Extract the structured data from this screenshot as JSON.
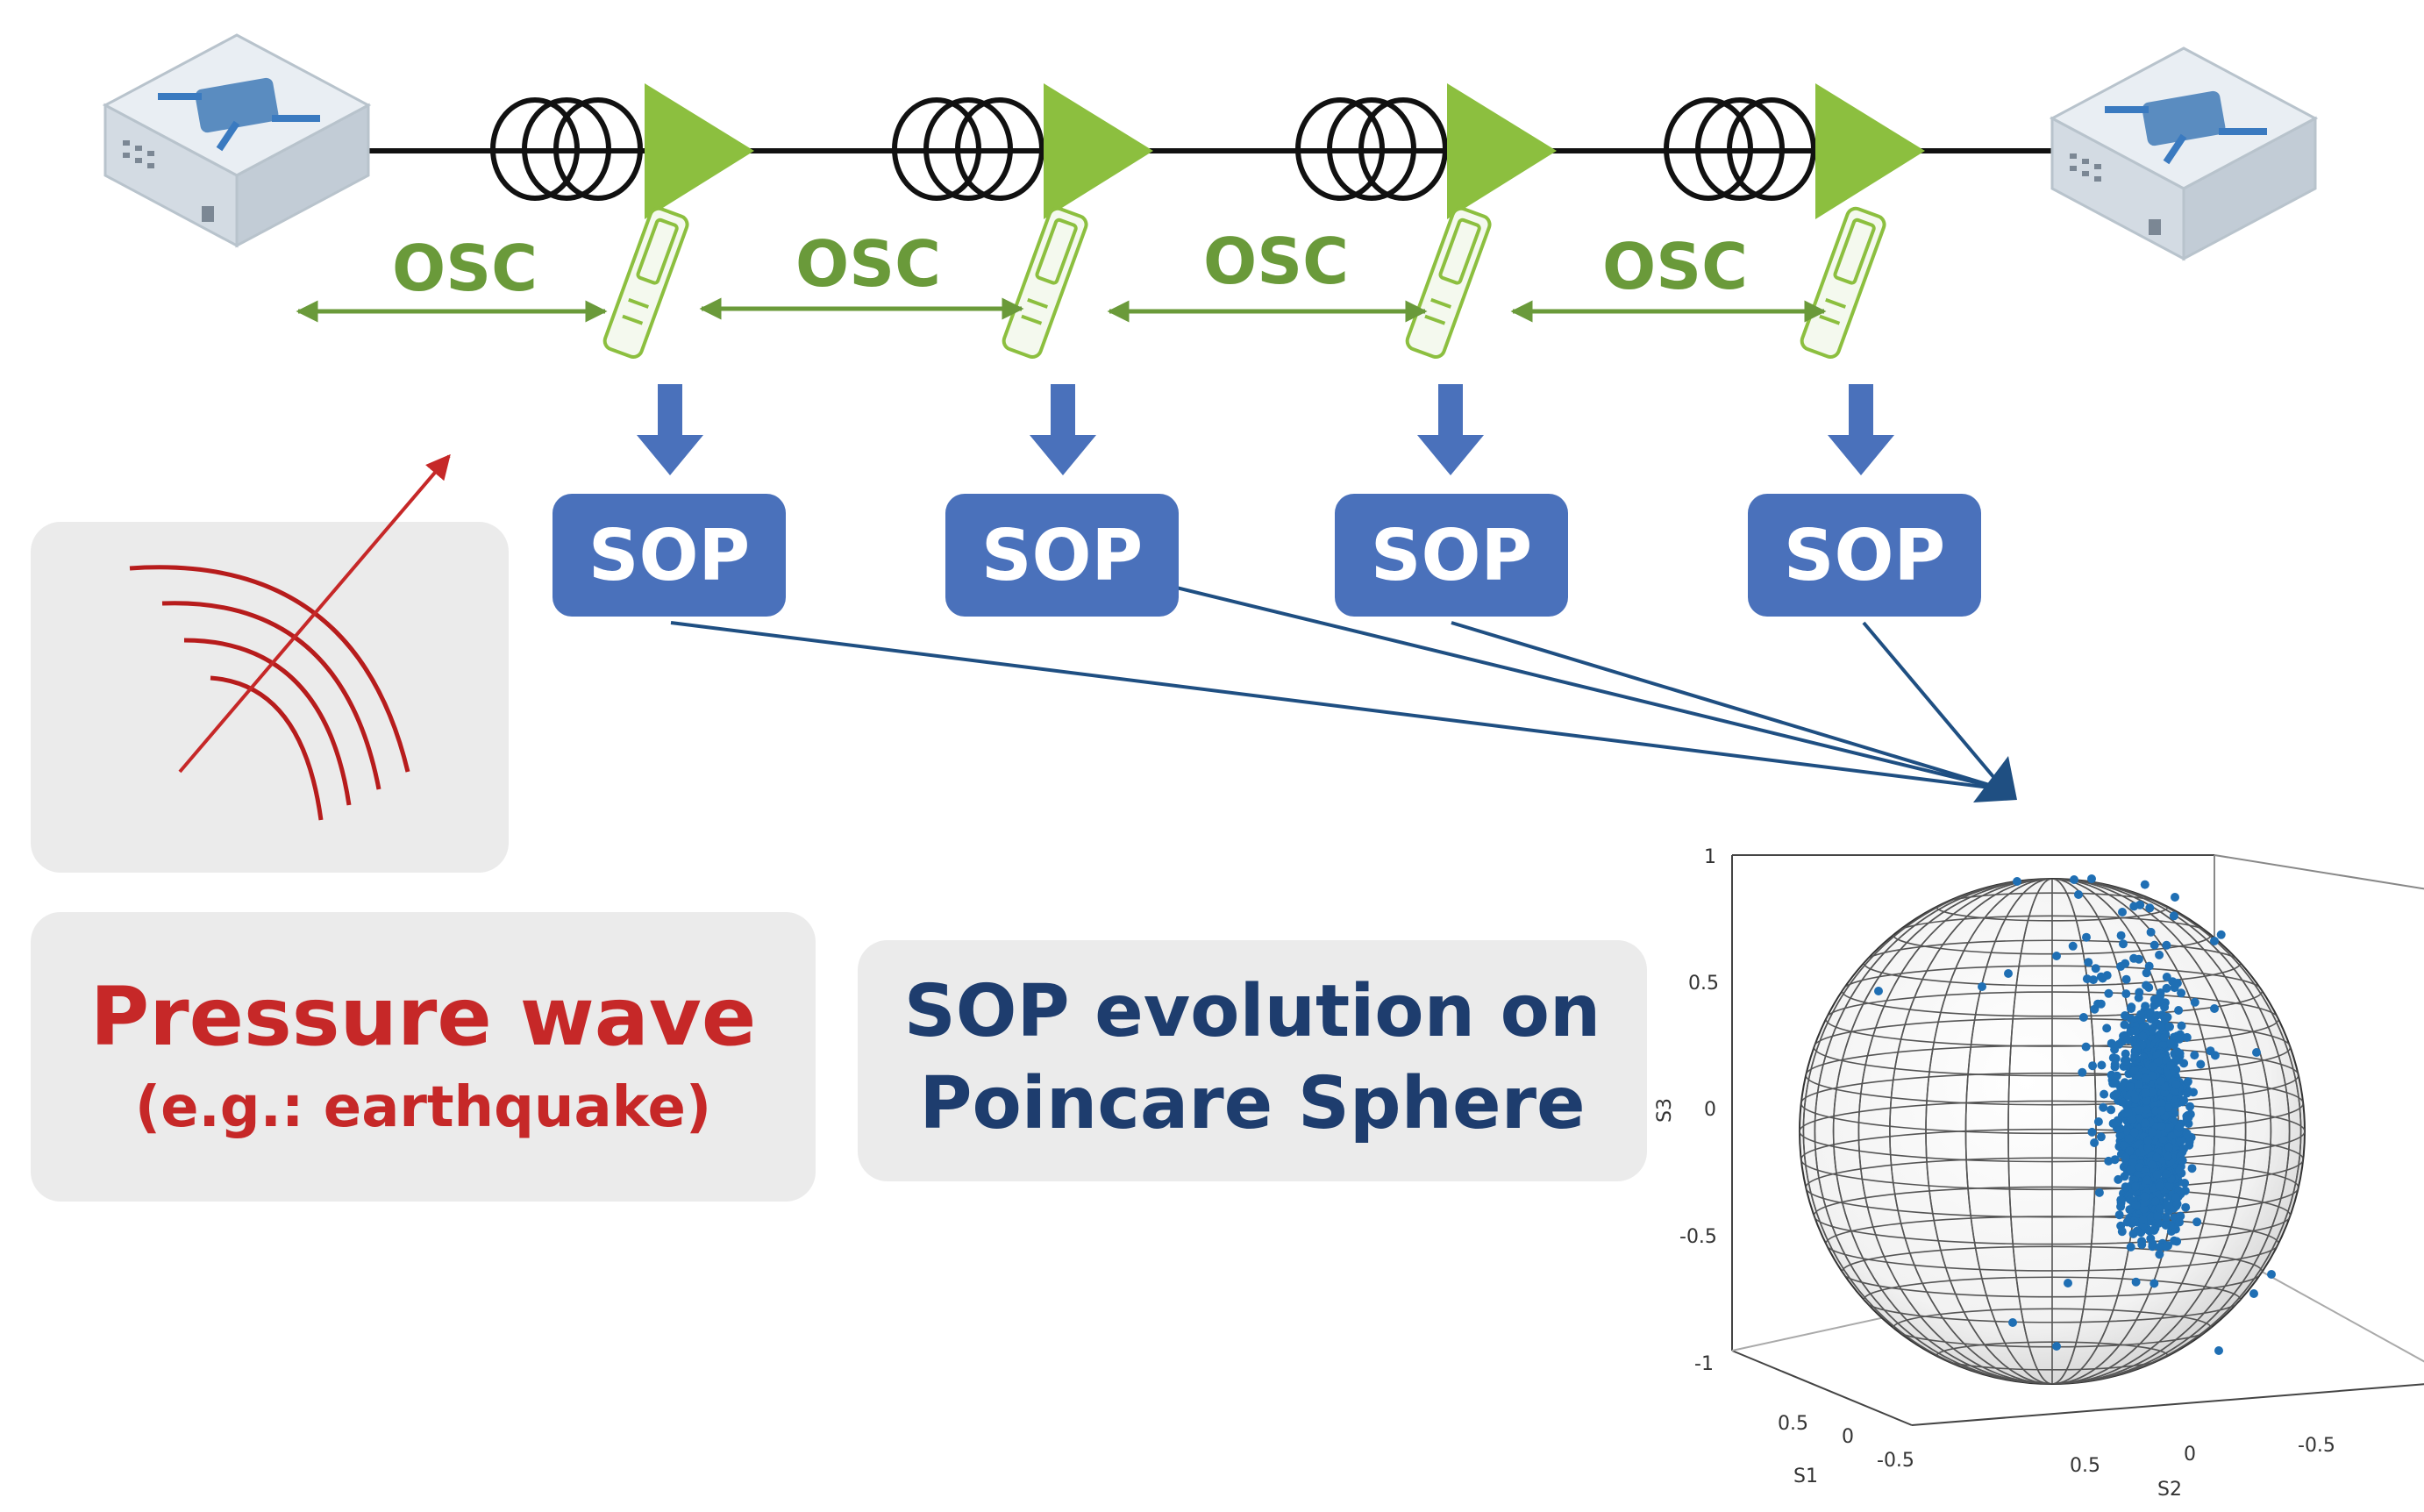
{
  "colors": {
    "fiber_line": "#111111",
    "amplifier": "#8cbf3f",
    "osc_green": "#6a9a3a",
    "sop_box": "#4a71bb",
    "sop_arrow": "#1f4f82",
    "pressure_red": "#c62828",
    "sop_evolution_text": "#1e3d6e",
    "panel_bg": "#ebebeb",
    "scatter_blue": "#1f6fb4"
  },
  "icons": {
    "terminal_node": "network-switch-icon",
    "fiber_spool": "fiber-coil-icon",
    "amplifier": "optical-amplifier-triangle-icon",
    "transceiver": "sfp-transceiver-icon",
    "pressure_wave": "pressure-wave-icon"
  },
  "osc_labels": [
    "OSC",
    "OSC",
    "OSC",
    "OSC"
  ],
  "sop_labels": [
    "SOP",
    "SOP",
    "SOP",
    "SOP"
  ],
  "pressure_wave": {
    "title": "Pressure wave",
    "subtitle": "(e.g.: earthquake)"
  },
  "sop_evolution": {
    "line1": "SOP evolution on",
    "line2": "Poincare Sphere"
  },
  "sphere_plot": {
    "z_label": "S3",
    "x_label": "S1",
    "y_label": "S2",
    "z_ticks": [
      "1",
      "0.5",
      "0",
      "-0.5",
      "-1"
    ],
    "s1_ticks": [
      "0.5",
      "0",
      "-0.5"
    ],
    "s2_ticks": [
      "0.5",
      "0",
      "-0.5"
    ]
  }
}
